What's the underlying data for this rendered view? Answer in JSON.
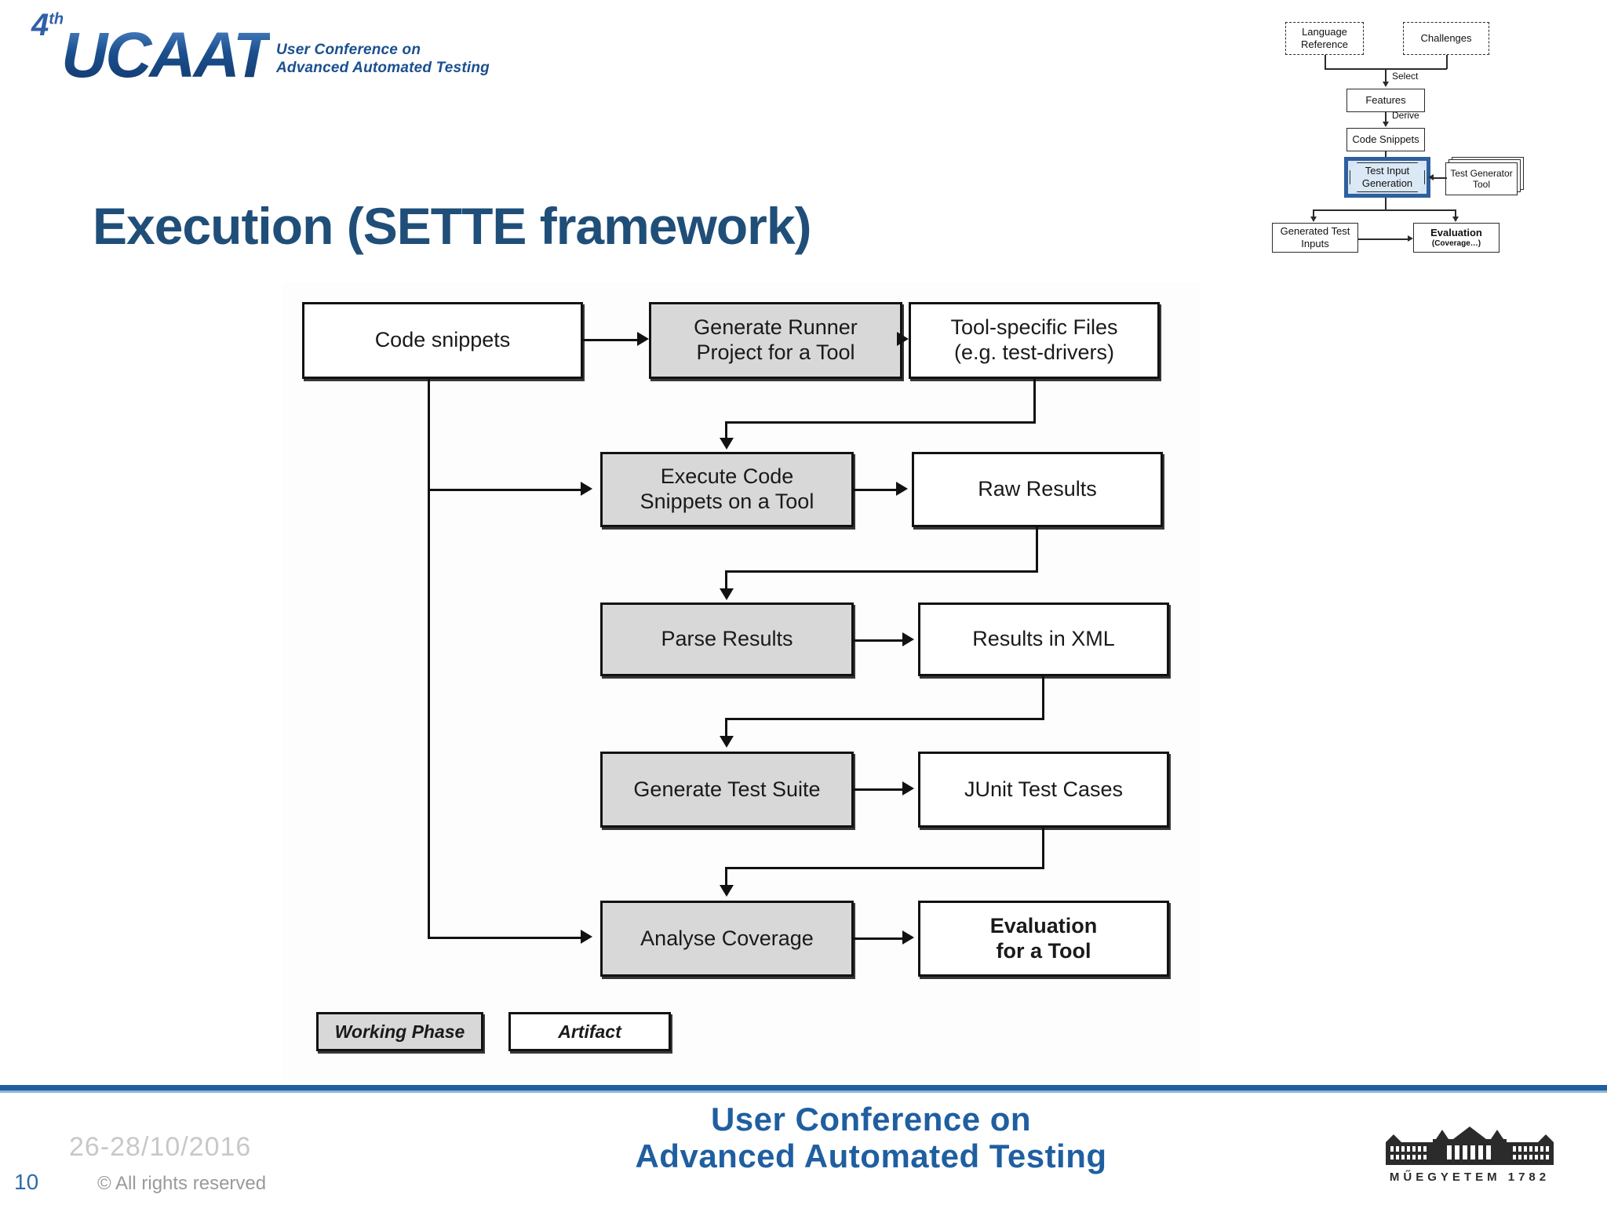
{
  "logo": {
    "ordinal": "4",
    "ordinal_suffix": "th",
    "acronym": "UCAAT",
    "subtitle_line1": "User Conference on",
    "subtitle_line2": "Advanced Automated Testing"
  },
  "slide": {
    "title": "Execution (SETTE framework)",
    "number": "10"
  },
  "flowchart": {
    "nodes": {
      "code_snippets": "Code snippets",
      "generate_runner": "Generate Runner\nProject for a Tool",
      "tool_specific_files": "Tool-specific Files\n(e.g. test-drivers)",
      "execute_code": "Execute Code\nSnippets on a Tool",
      "raw_results": "Raw Results",
      "parse_results": "Parse Results",
      "results_xml": "Results in XML",
      "generate_test_suite": "Generate Test Suite",
      "junit_test_cases": "JUnit Test Cases",
      "analyse_coverage": "Analyse Coverage",
      "evaluation_for_tool": "Evaluation\nfor a Tool"
    },
    "legend": {
      "working_phase": "Working Phase",
      "artifact": "Artifact"
    }
  },
  "mini_diagram": {
    "language_reference": "Language\nReference",
    "challenges": "Challenges",
    "select_label": "Select",
    "features": "Features",
    "derive_label": "Derive",
    "code_snippets": "Code Snippets",
    "test_input_generation": "Test Input\nGeneration",
    "test_generator_tool": "Test Generator\nTool",
    "generated_test_inputs": "Generated Test\nInputs",
    "evaluation_title": "Evaluation",
    "evaluation_sub": "(Coverage…)"
  },
  "footer": {
    "date": "26-28/10/2016",
    "rights": "© All rights reserved",
    "brand_line1": "User Conference on",
    "brand_line2": "Advanced Automated Testing",
    "university_caption": "MŰEGYETEM 1782"
  },
  "colors": {
    "brand_blue": "#1f5fa0",
    "title_blue": "#1f4e79",
    "phase_fill": "#d8d8d8",
    "highlight_frame": "#2e5f9e",
    "highlight_fill": "#d6e5f3"
  }
}
